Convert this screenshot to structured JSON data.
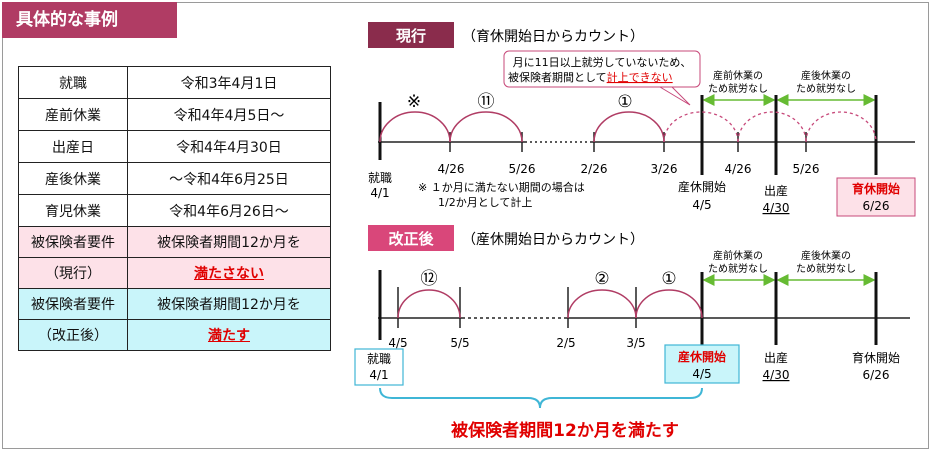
{
  "title": "具体的な事例",
  "table": {
    "rows": [
      {
        "label": "就職",
        "value": "令和3年4月1日"
      },
      {
        "label": "産前休業",
        "value": "令和4年4月5日～"
      },
      {
        "label": "出産日",
        "value": "令和4年4月30日"
      },
      {
        "label": "産後休業",
        "value": "～令和4年6月25日"
      },
      {
        "label": "育児休業",
        "value": "令和4年6月26日～"
      }
    ],
    "req_current": {
      "label1": "被保険者要件",
      "label2": "（現行）",
      "value1": "被保険者期間12か月を",
      "value2": "満たさない"
    },
    "req_new": {
      "label1": "被保険者要件",
      "label2": "（改正後）",
      "value1": "被保険者期間12か月を",
      "value2": "満たす"
    }
  },
  "current": {
    "badge": "現行",
    "subtitle": "（育休開始日からカウント）",
    "callout_line1": "月に11日以上就労していないため、",
    "callout_line2a": "被保険者期間として",
    "callout_line2b": "計上できない",
    "prenatal_label1": "産前休業の",
    "prenatal_label2": "ため就労なし",
    "postnatal_label1": "産後休業の",
    "postnatal_label2": "ため就労なし",
    "arc_labels": [
      "※",
      "⑪",
      "①"
    ],
    "ticks": [
      "4/26",
      "5/26",
      "2/26",
      "3/26",
      "4/26",
      "5/26"
    ],
    "start_label": "就職",
    "start_date": "4/1",
    "note_line1": "※ １か月に満たない期間の場合は",
    "note_line2": "1/2か月として計上",
    "leave_start_label": "産休開始",
    "leave_start_date": "4/5",
    "birth_label": "出産",
    "birth_date": "4/30",
    "childcare_label": "育休開始",
    "childcare_date": "6/26"
  },
  "revised": {
    "badge": "改正後",
    "subtitle": "（産休開始日からカウント）",
    "prenatal_label1": "産前休業の",
    "prenatal_label2": "ため就労なし",
    "postnatal_label1": "産後休業の",
    "postnatal_label2": "ため就労なし",
    "arc_labels": [
      "⑫",
      "②",
      "①"
    ],
    "ticks": [
      "4/5",
      "5/5",
      "2/5",
      "3/5"
    ],
    "start_label": "就職",
    "start_date": "4/1",
    "leave_start_label": "産休開始",
    "leave_start_date": "4/5",
    "birth_label": "出産",
    "birth_date": "4/30",
    "childcare_label": "育休開始",
    "childcare_date": "6/26",
    "conclusion": "被保険者期間12か月を満たす"
  },
  "colors": {
    "brand": "#b03c64",
    "arc": "#b03c64",
    "green": "#66bb33",
    "red": "#e00000",
    "cyan": "#3fb6d6"
  }
}
